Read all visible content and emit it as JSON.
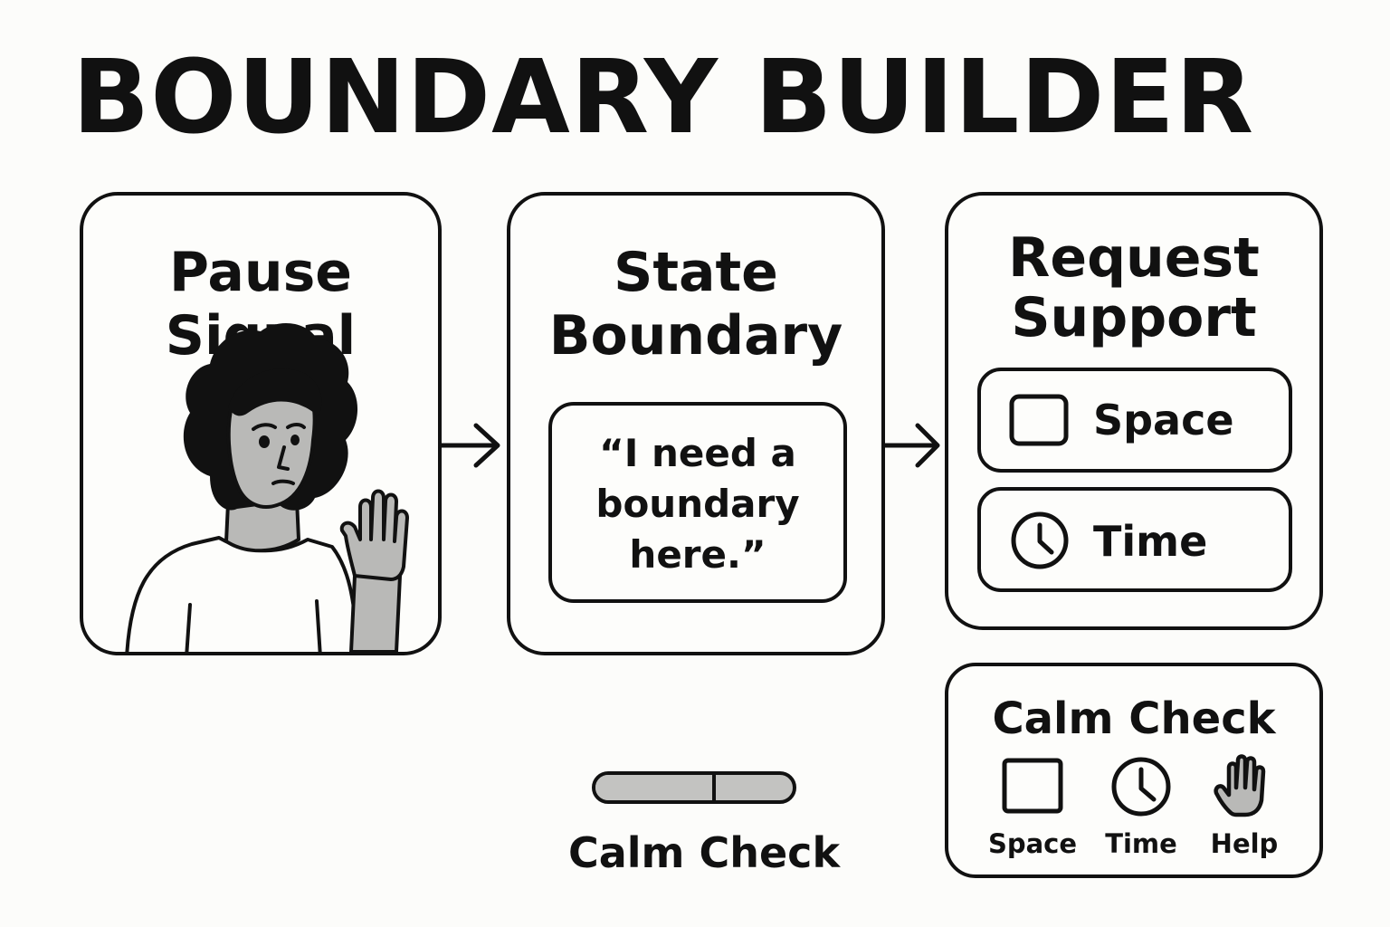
{
  "title": "BOUNDARY BUILDER",
  "steps": [
    {
      "title_lines": [
        "Pause",
        "Signal"
      ]
    },
    {
      "title_lines": [
        "State",
        "Boundary"
      ],
      "quote_lines": [
        "“I need a",
        "boundary",
        "here.”"
      ]
    },
    {
      "title_lines": [
        "Request",
        "Support"
      ],
      "options": [
        {
          "label": "Space",
          "icon": "square-icon"
        },
        {
          "label": "Time",
          "icon": "clock-icon"
        }
      ]
    }
  ],
  "calm_panel": {
    "title": "Calm Check",
    "items": [
      {
        "label": "Space",
        "icon": "square-icon"
      },
      {
        "label": "Time",
        "icon": "clock-icon"
      },
      {
        "label": "Help",
        "icon": "hand-icon"
      }
    ]
  },
  "calm_meter": {
    "label": "Calm Check",
    "level": 0.6
  },
  "colors": {
    "ink": "#111111",
    "gray": "#b9b9b7",
    "background": "#fcfcfa"
  }
}
